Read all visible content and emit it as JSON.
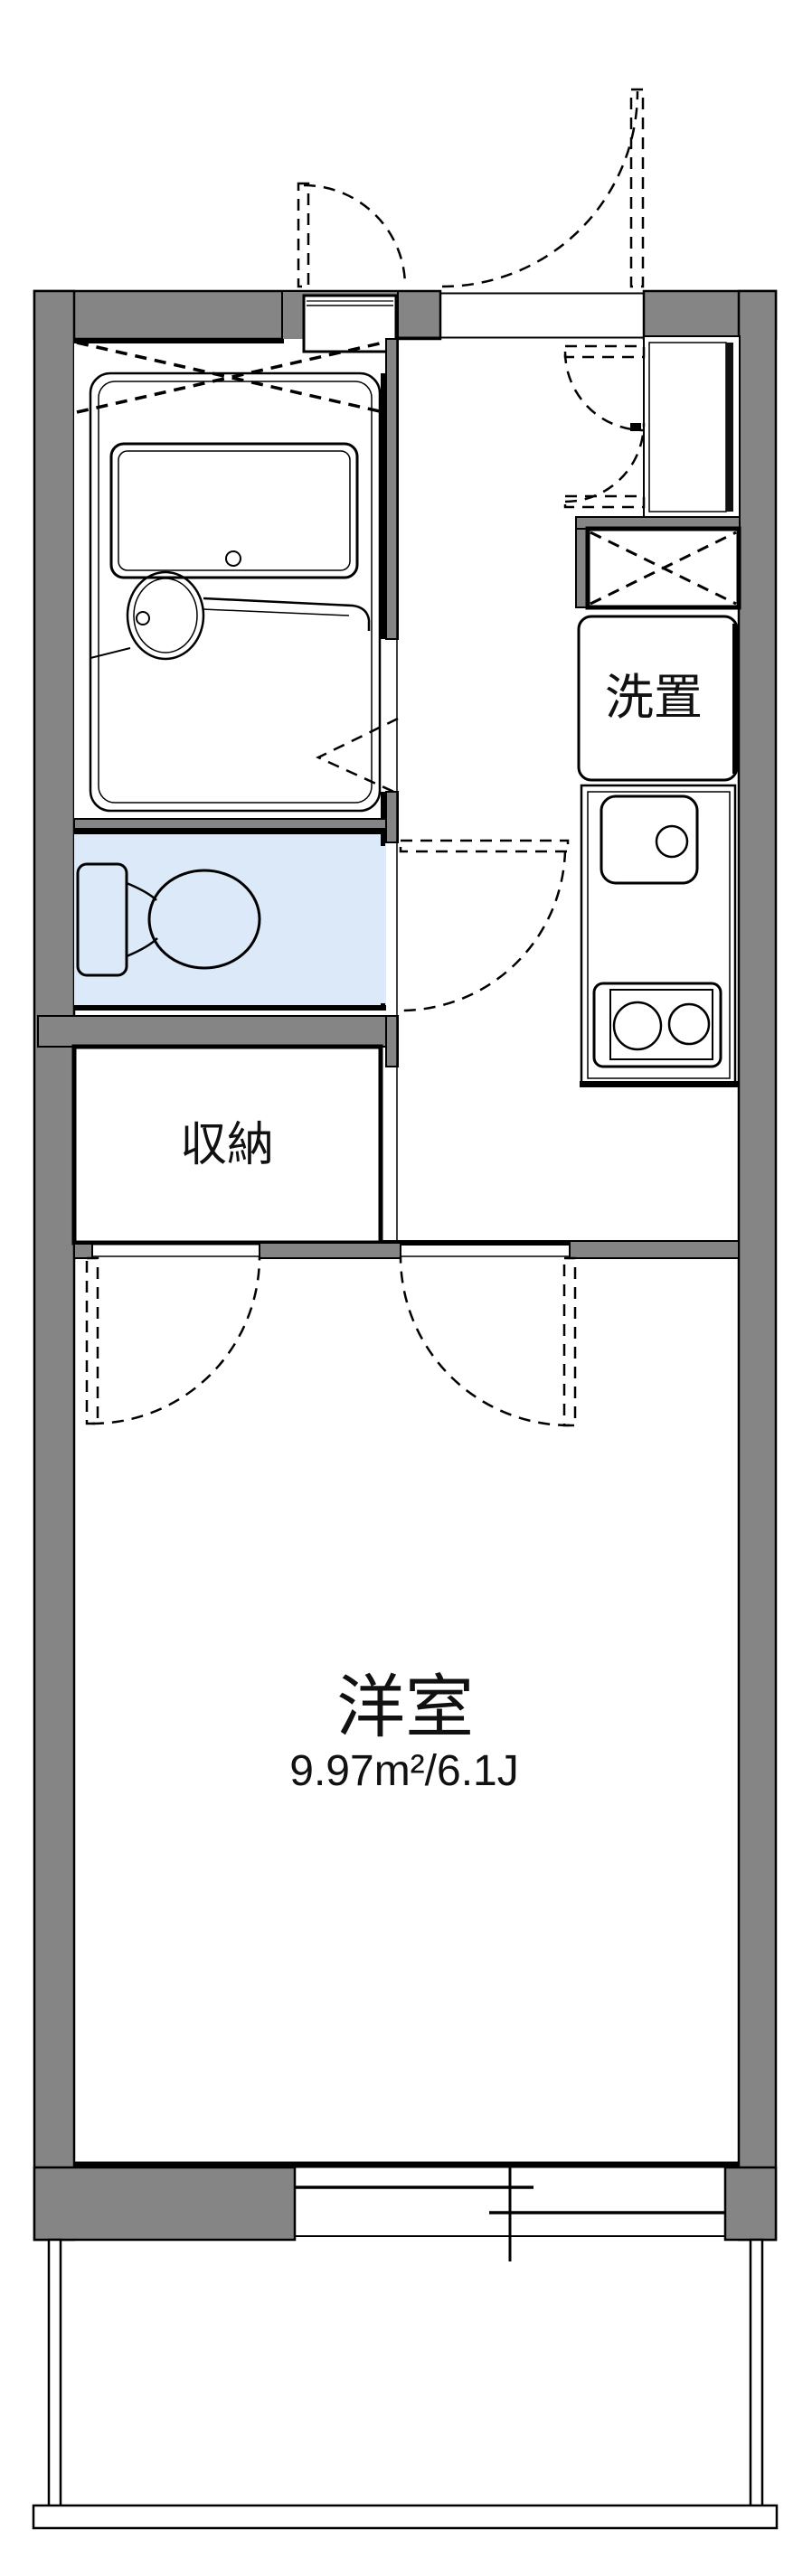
{
  "plan": {
    "type": "apartment-floorplan",
    "labels": {
      "storage": "収納",
      "washer": "洗置",
      "main_room": "洋室",
      "main_room_size": "9.97m²/6.1J"
    },
    "colors": {
      "wall": "#858585",
      "water": "#dbe9f9",
      "storage": "#fcf2da",
      "outline": "#000000",
      "background": "#ffffff"
    }
  }
}
